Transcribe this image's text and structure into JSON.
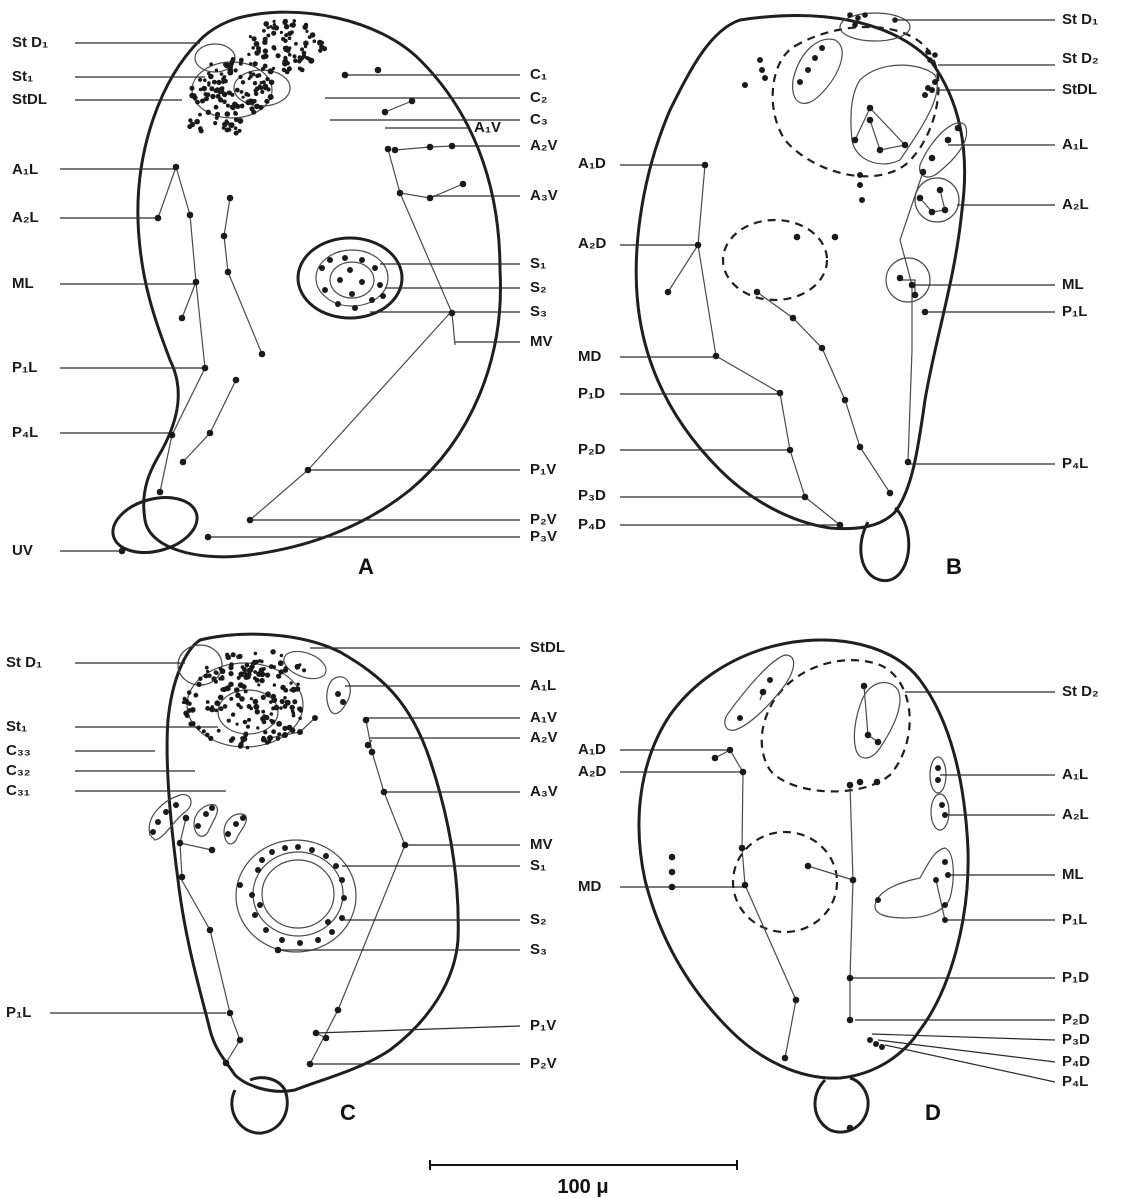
{
  "panels": {
    "A": {
      "letter": "A",
      "labels": {
        "stD1": "St D₁",
        "st1": "St₁",
        "stDL": "StDL",
        "a1L": "A₁L",
        "a2L": "A₂L",
        "mL": "ML",
        "p1L": "P₁L",
        "p4L": "P₄L",
        "uV": "UV",
        "c1": "C₁",
        "c2": "C₂",
        "c3": "C₃",
        "a1V": "A₁V",
        "a2V": "A₂V",
        "a3V": "A₃V",
        "s1": "S₁",
        "s2": "S₂",
        "s3": "S₃",
        "mV": "MV",
        "p1V": "P₁V",
        "p2V": "P₂V",
        "p3V": "P₃V"
      }
    },
    "B": {
      "letter": "B",
      "labels": {
        "a1D": "A₁D",
        "a2D": "A₂D",
        "mD": "MD",
        "p1D": "P₁D",
        "p2D": "P₂D",
        "p3D": "P₃D",
        "p4D": "P₄D",
        "stD1": "St D₁",
        "stD2": "St D₂",
        "stDL": "StDL",
        "a1L": "A₁L",
        "a2L": "A₂L",
        "mL": "ML",
        "p1L": "P₁L",
        "p4L": "P₄L"
      }
    },
    "C": {
      "letter": "C",
      "labels": {
        "stD1": "St D₁",
        "st1": "St₁",
        "c33": "C₃₃",
        "c32": "C₃₂",
        "c31": "C₃₁",
        "p1L": "P₁L",
        "stDL": "StDL",
        "a1L": "A₁L",
        "a1V": "A₁V",
        "a2V": "A₂V",
        "a3V": "A₃V",
        "mV": "MV",
        "s1": "S₁",
        "s2": "S₂",
        "s3": "S₃",
        "p1V": "P₁V",
        "p2V": "P₂V"
      }
    },
    "D": {
      "letter": "D",
      "labels": {
        "a1D": "A₁D",
        "a2D": "A₂D",
        "mD": "MD",
        "stD2": "St D₂",
        "a1L": "A₁L",
        "a2L": "A₂L",
        "mL": "ML",
        "p1L": "P₁L",
        "p1D": "P₁D",
        "p2D": "P₂D",
        "p3D": "P₃D",
        "p4D": "P₄D",
        "p4L": "P₄L"
      }
    }
  },
  "scale_bar": {
    "label": "100 μ"
  },
  "colors": {
    "ink": "#1a1a1a",
    "paper": "#ffffff"
  }
}
